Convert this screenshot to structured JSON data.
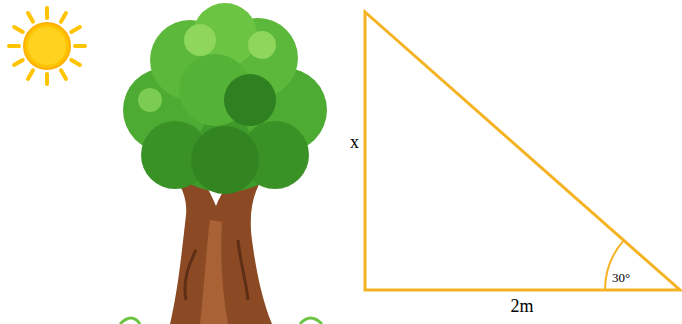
{
  "diagram": {
    "labels": [
      "x",
      "2m",
      "30°"
    ]
  }
}
